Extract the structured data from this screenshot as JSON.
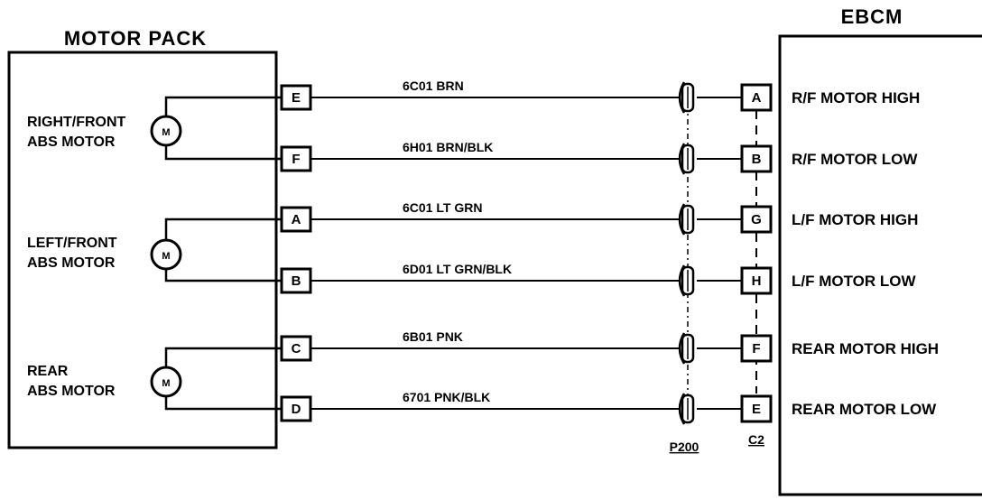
{
  "motor_pack": {
    "title": "MOTOR PACK",
    "motors": [
      {
        "line1": "RIGHT/FRONT",
        "line2": "ABS MOTOR",
        "symbol": "M"
      },
      {
        "line1": "LEFT/FRONT",
        "line2": "ABS MOTOR",
        "symbol": "M"
      },
      {
        "line1": "REAR",
        "line2": "ABS MOTOR",
        "symbol": "M"
      }
    ]
  },
  "ebcm": {
    "title": "EBCM"
  },
  "circuits": [
    {
      "mp_pin": "E",
      "wire": "6C01 BRN",
      "ebcm_pin": "A",
      "ebcm_label": "R/F MOTOR HIGH"
    },
    {
      "mp_pin": "F",
      "wire": "6H01 BRN/BLK",
      "ebcm_pin": "B",
      "ebcm_label": "R/F MOTOR LOW"
    },
    {
      "mp_pin": "A",
      "wire": "6C01 LT GRN",
      "ebcm_pin": "G",
      "ebcm_label": "L/F MOTOR HIGH"
    },
    {
      "mp_pin": "B",
      "wire": "6D01 LT GRN/BLK",
      "ebcm_pin": "H",
      "ebcm_label": "L/F MOTOR LOW"
    },
    {
      "mp_pin": "C",
      "wire": "6B01 PNK",
      "ebcm_pin": "F",
      "ebcm_label": "REAR MOTOR HIGH"
    },
    {
      "mp_pin": "D",
      "wire": "6701 PNK/BLK",
      "ebcm_pin": "E",
      "ebcm_label": "REAR MOTOR LOW"
    }
  ],
  "connectors": {
    "inline": "P200",
    "ebcm": "C2"
  }
}
